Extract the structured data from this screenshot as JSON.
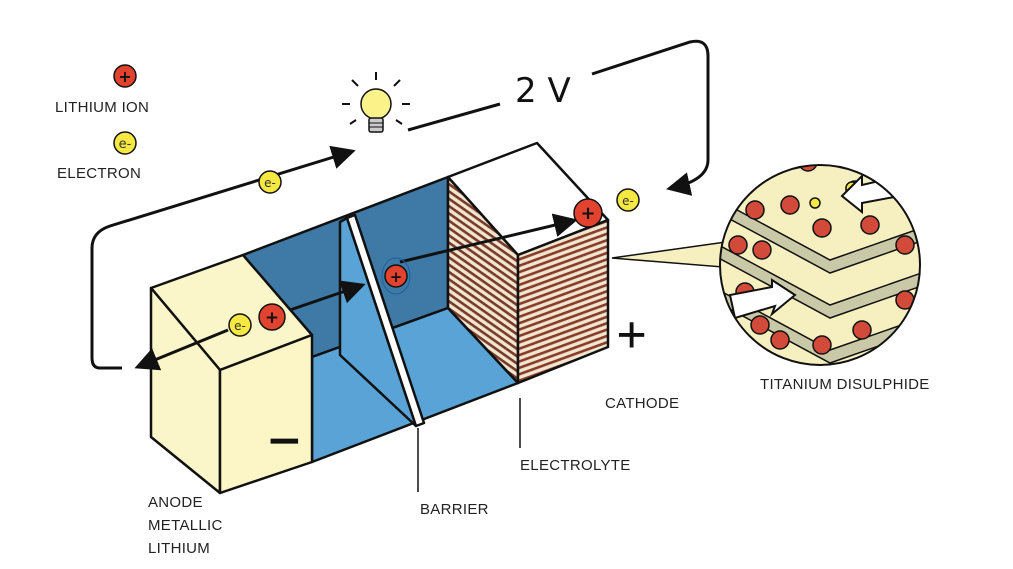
{
  "title": "Lithium battery diagram",
  "legend": {
    "ion_symbol": "+",
    "ion_label": "LITHIUM ION",
    "electron_symbol": "e-",
    "electron_label": "ELECTRON"
  },
  "voltage": "2 V",
  "labels": {
    "anode": [
      "ANODE",
      "METALLIC",
      "LITHIUM"
    ],
    "barrier": "BARRIER",
    "electrolyte": "ELECTROLYTE",
    "cathode": "CATHODE",
    "magnified": "TITANIUM DISULPHIDE"
  },
  "terminals": {
    "negative": "−",
    "positive": "+"
  },
  "colors": {
    "ion": "#e2432f",
    "electron": "#f5e842",
    "anode": "#fbf6c9",
    "electrolyte_back": "#3f7aa6",
    "electrolyte": "#5aa3d6",
    "cathode_stripe": "#8a3b2a"
  }
}
